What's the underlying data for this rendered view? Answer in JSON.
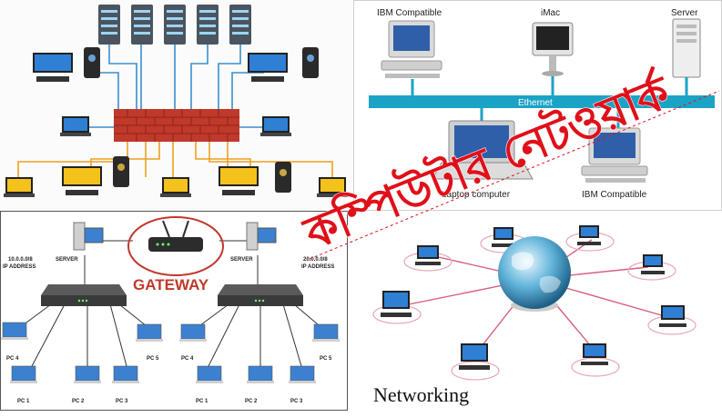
{
  "overlay_title": "কম্পিউটার নেটওয়ার্ক",
  "ethernet_diagram": {
    "top_labels": [
      "IBM Compatible",
      "iMac",
      "Server"
    ],
    "bus_label": "Ethernet",
    "bottom_labels": [
      "Laptop computer",
      "IBM Compatible"
    ]
  },
  "gateway_diagram": {
    "gateway_label": "GATEWAY",
    "server_label": "SERVER",
    "left_network": [
      "10.0.0.0/8",
      "IP ADDRESS"
    ],
    "right_network": [
      "20.0.0.0/8",
      "IP ADDRESS"
    ],
    "pc_labels": [
      "PC 1",
      "PC 2",
      "PC 3",
      "PC 4",
      "PC 5"
    ]
  },
  "star_diagram": {
    "caption": "Networking"
  },
  "colors": {
    "firewall": "#c0392b",
    "bus": "#1ba3c6",
    "gateway_ring": "#c0392b",
    "banner_text": "#e0101a",
    "star_links": "#d7607a"
  }
}
